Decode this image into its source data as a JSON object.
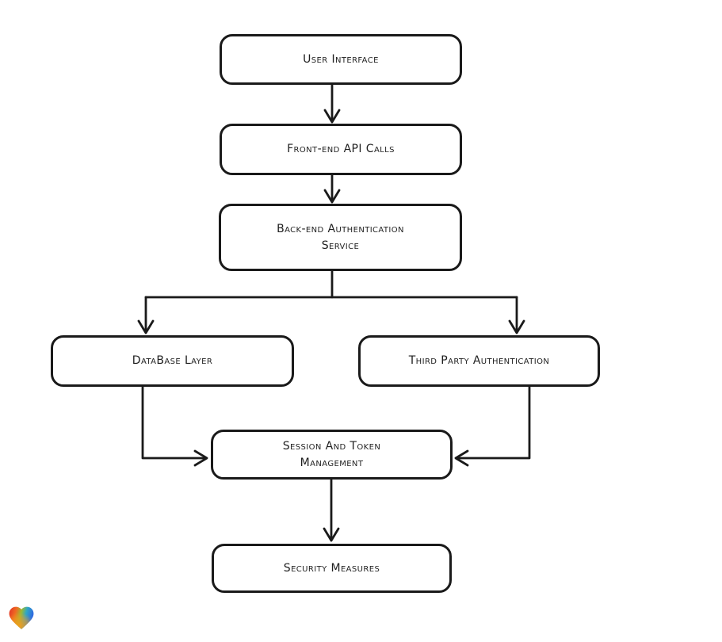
{
  "page": {
    "background": "#ffffff"
  },
  "diagram": {
    "type": "flowchart",
    "direction": "top-down",
    "style": "hand-drawn",
    "colors": {
      "stroke": "#1a1a1a",
      "node_fill": "#ffffff",
      "node_border": "#1a1a1a",
      "text": "#1f1f1f"
    },
    "nodes": [
      {
        "id": "user-interface",
        "label": "User Interface"
      },
      {
        "id": "front-end-api-calls",
        "label": "Front-end API Calls"
      },
      {
        "id": "back-end-authentication-service",
        "label": "Back-end Authentication\nService"
      },
      {
        "id": "database-layer",
        "label": "DataBase Layer"
      },
      {
        "id": "third-party-authentication",
        "label": "Third Party Authentication"
      },
      {
        "id": "session-and-token-management",
        "label": "Session And Token\nManagement"
      },
      {
        "id": "security-measures",
        "label": "Security Measures"
      }
    ],
    "edges": [
      {
        "from": "user-interface",
        "to": "front-end-api-calls"
      },
      {
        "from": "front-end-api-calls",
        "to": "back-end-authentication-service"
      },
      {
        "from": "back-end-authentication-service",
        "to": "database-layer"
      },
      {
        "from": "back-end-authentication-service",
        "to": "third-party-authentication"
      },
      {
        "from": "database-layer",
        "to": "session-and-token-management"
      },
      {
        "from": "third-party-authentication",
        "to": "session-and-token-management"
      },
      {
        "from": "session-and-token-management",
        "to": "security-measures"
      }
    ]
  },
  "logo": {
    "name": "gradient-heart",
    "colors": [
      "#e23127",
      "#f0821e",
      "#8eb635",
      "#2fa7c6",
      "#2f6be4"
    ]
  }
}
